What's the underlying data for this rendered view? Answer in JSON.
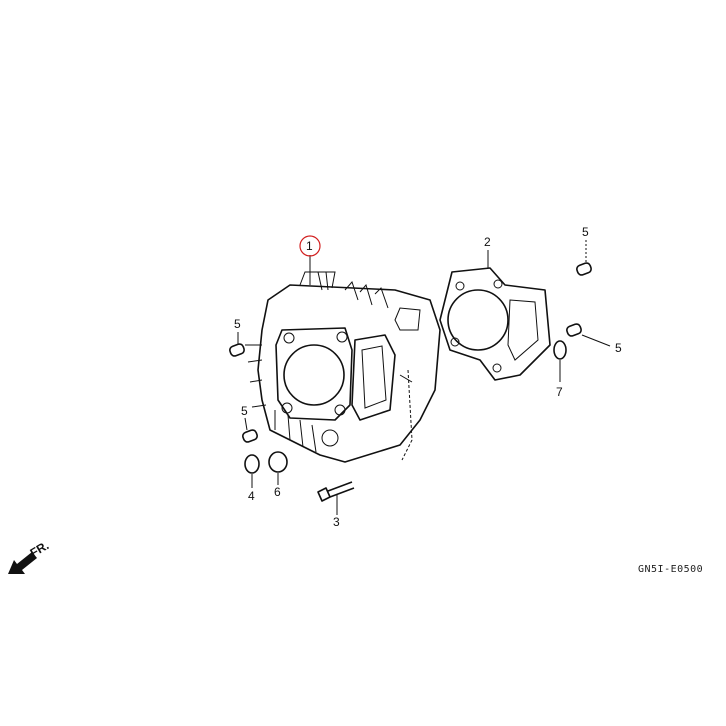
{
  "diagram": {
    "code": "GN5I-E0500",
    "direction_label": "FR.",
    "highlight_color": "#d22020",
    "callouts": [
      {
        "id": "c1",
        "label": "1",
        "part": "cylinder",
        "highlighted": true
      },
      {
        "id": "c2",
        "label": "2",
        "part": "cylinder-gasket"
      },
      {
        "id": "c3",
        "label": "3",
        "part": "bolt"
      },
      {
        "id": "c4",
        "label": "4",
        "part": "washer"
      },
      {
        "id": "c5a",
        "label": "5",
        "part": "dowel-pin"
      },
      {
        "id": "c5b",
        "label": "5",
        "part": "dowel-pin"
      },
      {
        "id": "c5c",
        "label": "5",
        "part": "dowel-pin"
      },
      {
        "id": "c5d",
        "label": "5",
        "part": "dowel-pin"
      },
      {
        "id": "c6",
        "label": "6",
        "part": "o-ring"
      },
      {
        "id": "c7",
        "label": "7",
        "part": "o-ring"
      }
    ]
  }
}
